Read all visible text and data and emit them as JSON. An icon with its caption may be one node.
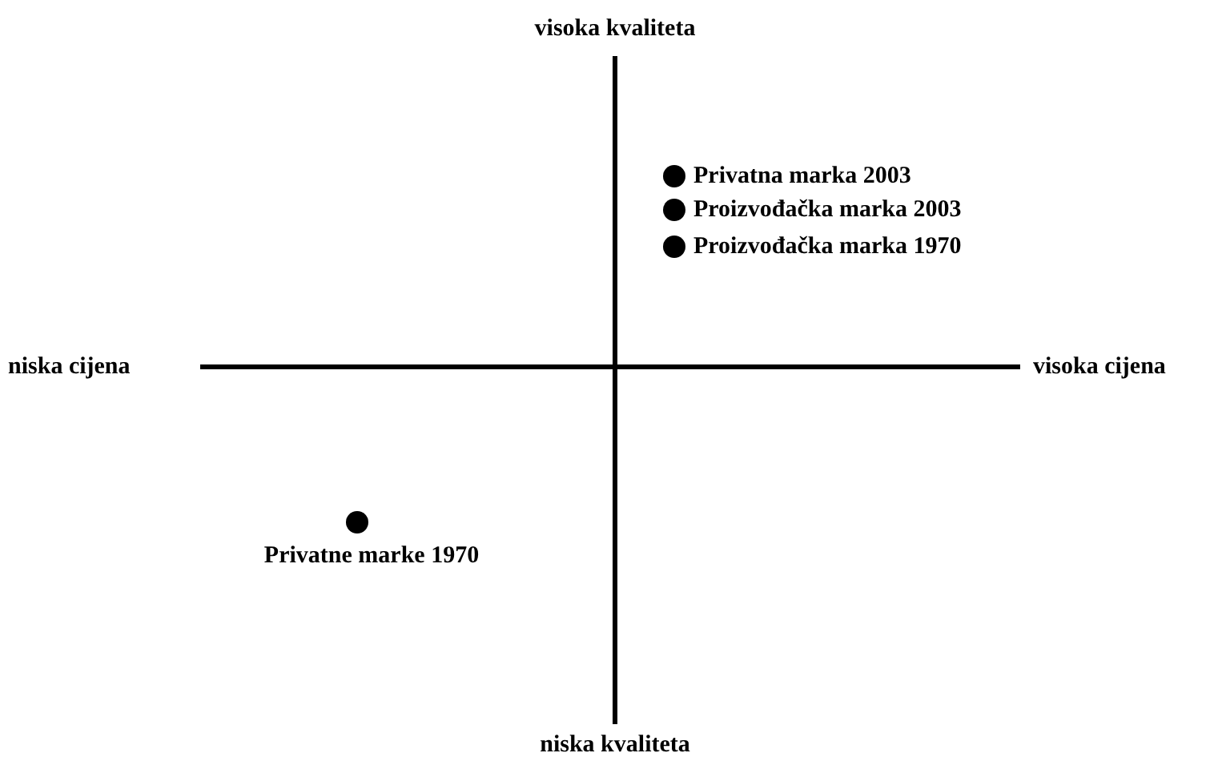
{
  "diagram": {
    "nodes": [
      {
        "text": [],
        "shape": "circle",
        "beside": [
          "Privatna marka 2003"
        ]
      },
      {
        "text": [],
        "shape": "circle",
        "beside": [
          "Proizvođačka marka 2003"
        ]
      },
      {
        "text": [],
        "shape": "circle",
        "beside": [
          "Proizvođačka marka 1970"
        ]
      },
      {
        "text": [],
        "shape": "circle",
        "beside": [
          "Privatne marke 1970"
        ]
      }
    ],
    "labels": [
      "visoka kvaliteta",
      "niska cijena",
      "visoka cijena",
      "niska kvaliteta"
    ]
  }
}
